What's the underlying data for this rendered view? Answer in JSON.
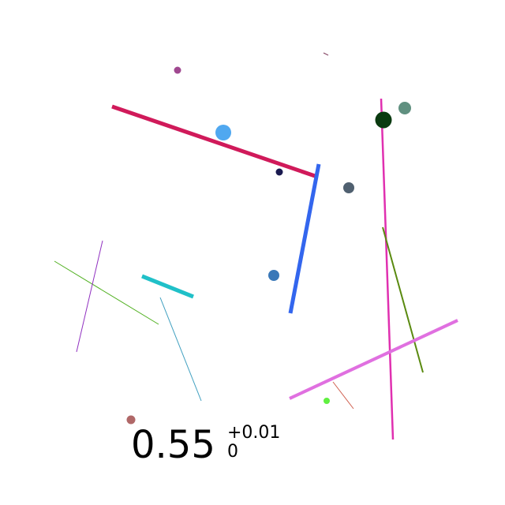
{
  "score": {
    "value": "0.55",
    "delta": "+0.01",
    "base": "0"
  },
  "segments": [
    {
      "name": "crimson-segment",
      "color": "#d01a5a"
    },
    {
      "name": "blue-segment",
      "color": "#3366ee"
    },
    {
      "name": "pink-segment",
      "color": "#e030b0"
    },
    {
      "name": "olive-segment",
      "color": "#5a8a10"
    },
    {
      "name": "violet-segment",
      "color": "#e070e0"
    },
    {
      "name": "cyan-segment",
      "color": "#20c0c8"
    },
    {
      "name": "green-thin-segment",
      "color": "#50b020"
    },
    {
      "name": "purple-thin-segment",
      "color": "#9030c0"
    },
    {
      "name": "teal-thin-segment",
      "color": "#40a0c0"
    },
    {
      "name": "salmon-thin-segment",
      "color": "#d06050"
    },
    {
      "name": "tiny-dark-segment",
      "color": "#804060"
    }
  ],
  "dots": [
    {
      "name": "magenta-dot",
      "color": "#a04890"
    },
    {
      "name": "light-blue-dot",
      "color": "#50a8f0"
    },
    {
      "name": "navy-dot",
      "color": "#1a1a50"
    },
    {
      "name": "slate-dot",
      "color": "#506070"
    },
    {
      "name": "dark-green-dot",
      "color": "#0a3a10"
    },
    {
      "name": "sage-dot",
      "color": "#609080"
    },
    {
      "name": "steel-blue-dot",
      "color": "#3a78b8"
    },
    {
      "name": "lime-dot",
      "color": "#60f040"
    },
    {
      "name": "rose-brown-dot",
      "color": "#b06868"
    }
  ]
}
